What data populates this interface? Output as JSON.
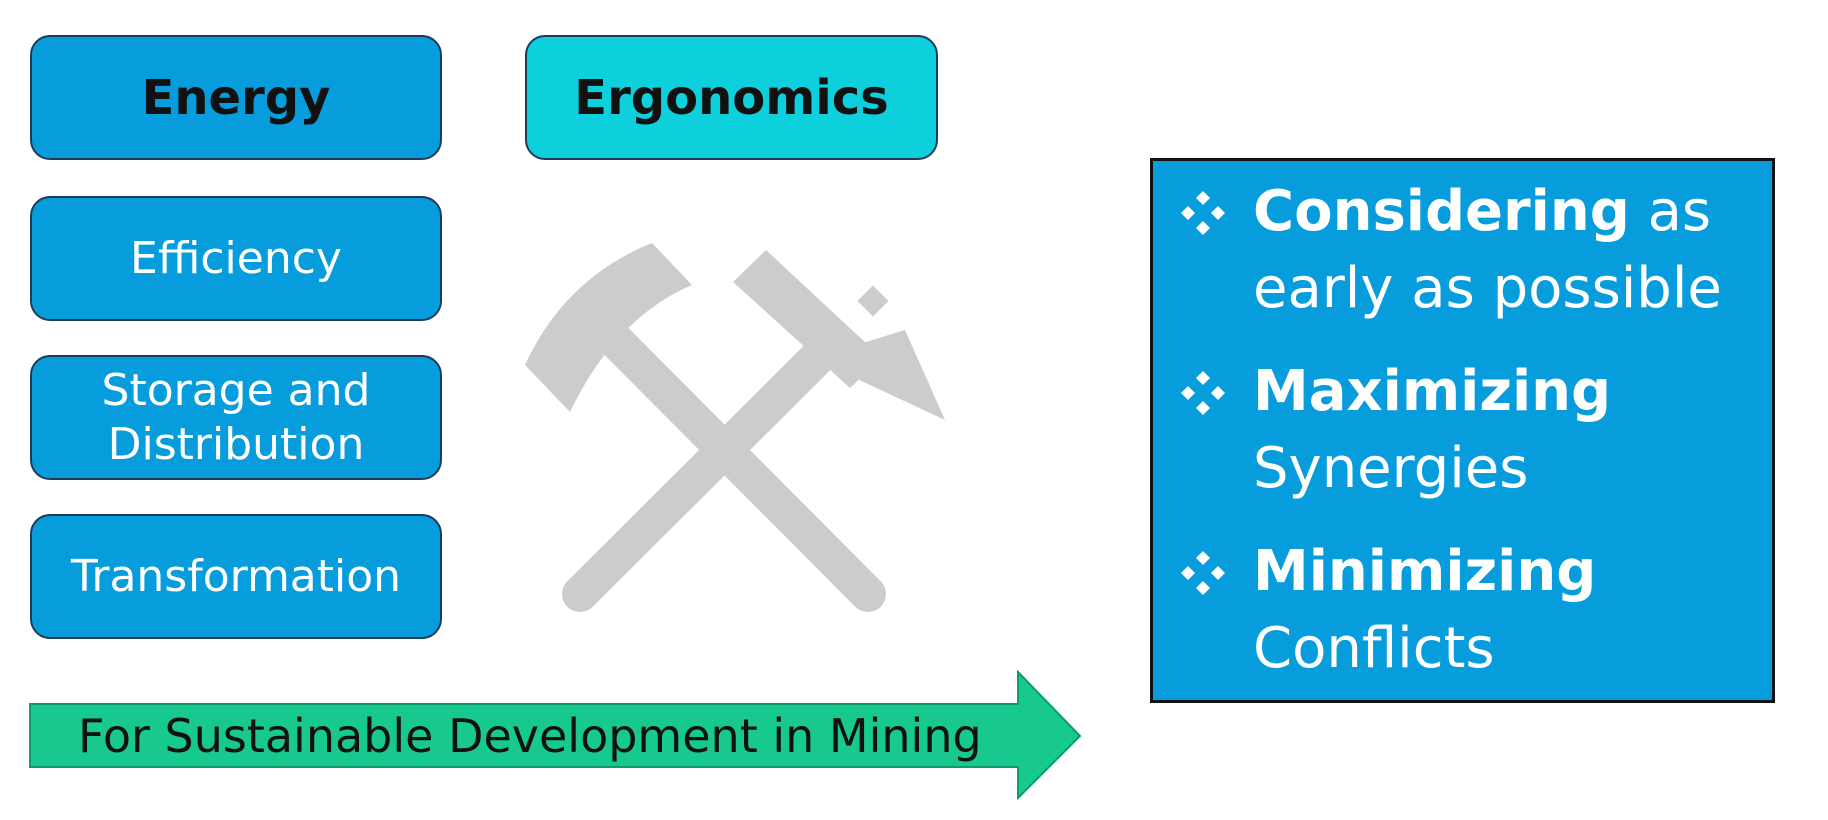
{
  "boxes": {
    "energy": "Energy",
    "ergonomics": "Ergonomics",
    "efficiency": "Efficiency",
    "storage_line1": "Storage and",
    "storage_line2": "Distribution",
    "transformation": "Transformation"
  },
  "arrow": {
    "label": "For Sustainable Development in Mining"
  },
  "panel": {
    "bullets": [
      {
        "bold": "Considering",
        "rest1": " as",
        "rest2": "early as possible"
      },
      {
        "bold": "Maximizing",
        "rest1": "",
        "rest2": "Synergies"
      },
      {
        "bold": "Minimizing",
        "rest1": "",
        "rest2": "Conflicts"
      }
    ]
  },
  "icons": {
    "center": "hammer-and-pick-icon",
    "bullet": "diamond-bullet-icon"
  },
  "colors": {
    "box_blue": "#079ddd",
    "box_cyan": "#0dd0dc",
    "arrow_green": "#17c98f",
    "icon_gray": "#cccccc",
    "panel_border": "#111111"
  }
}
